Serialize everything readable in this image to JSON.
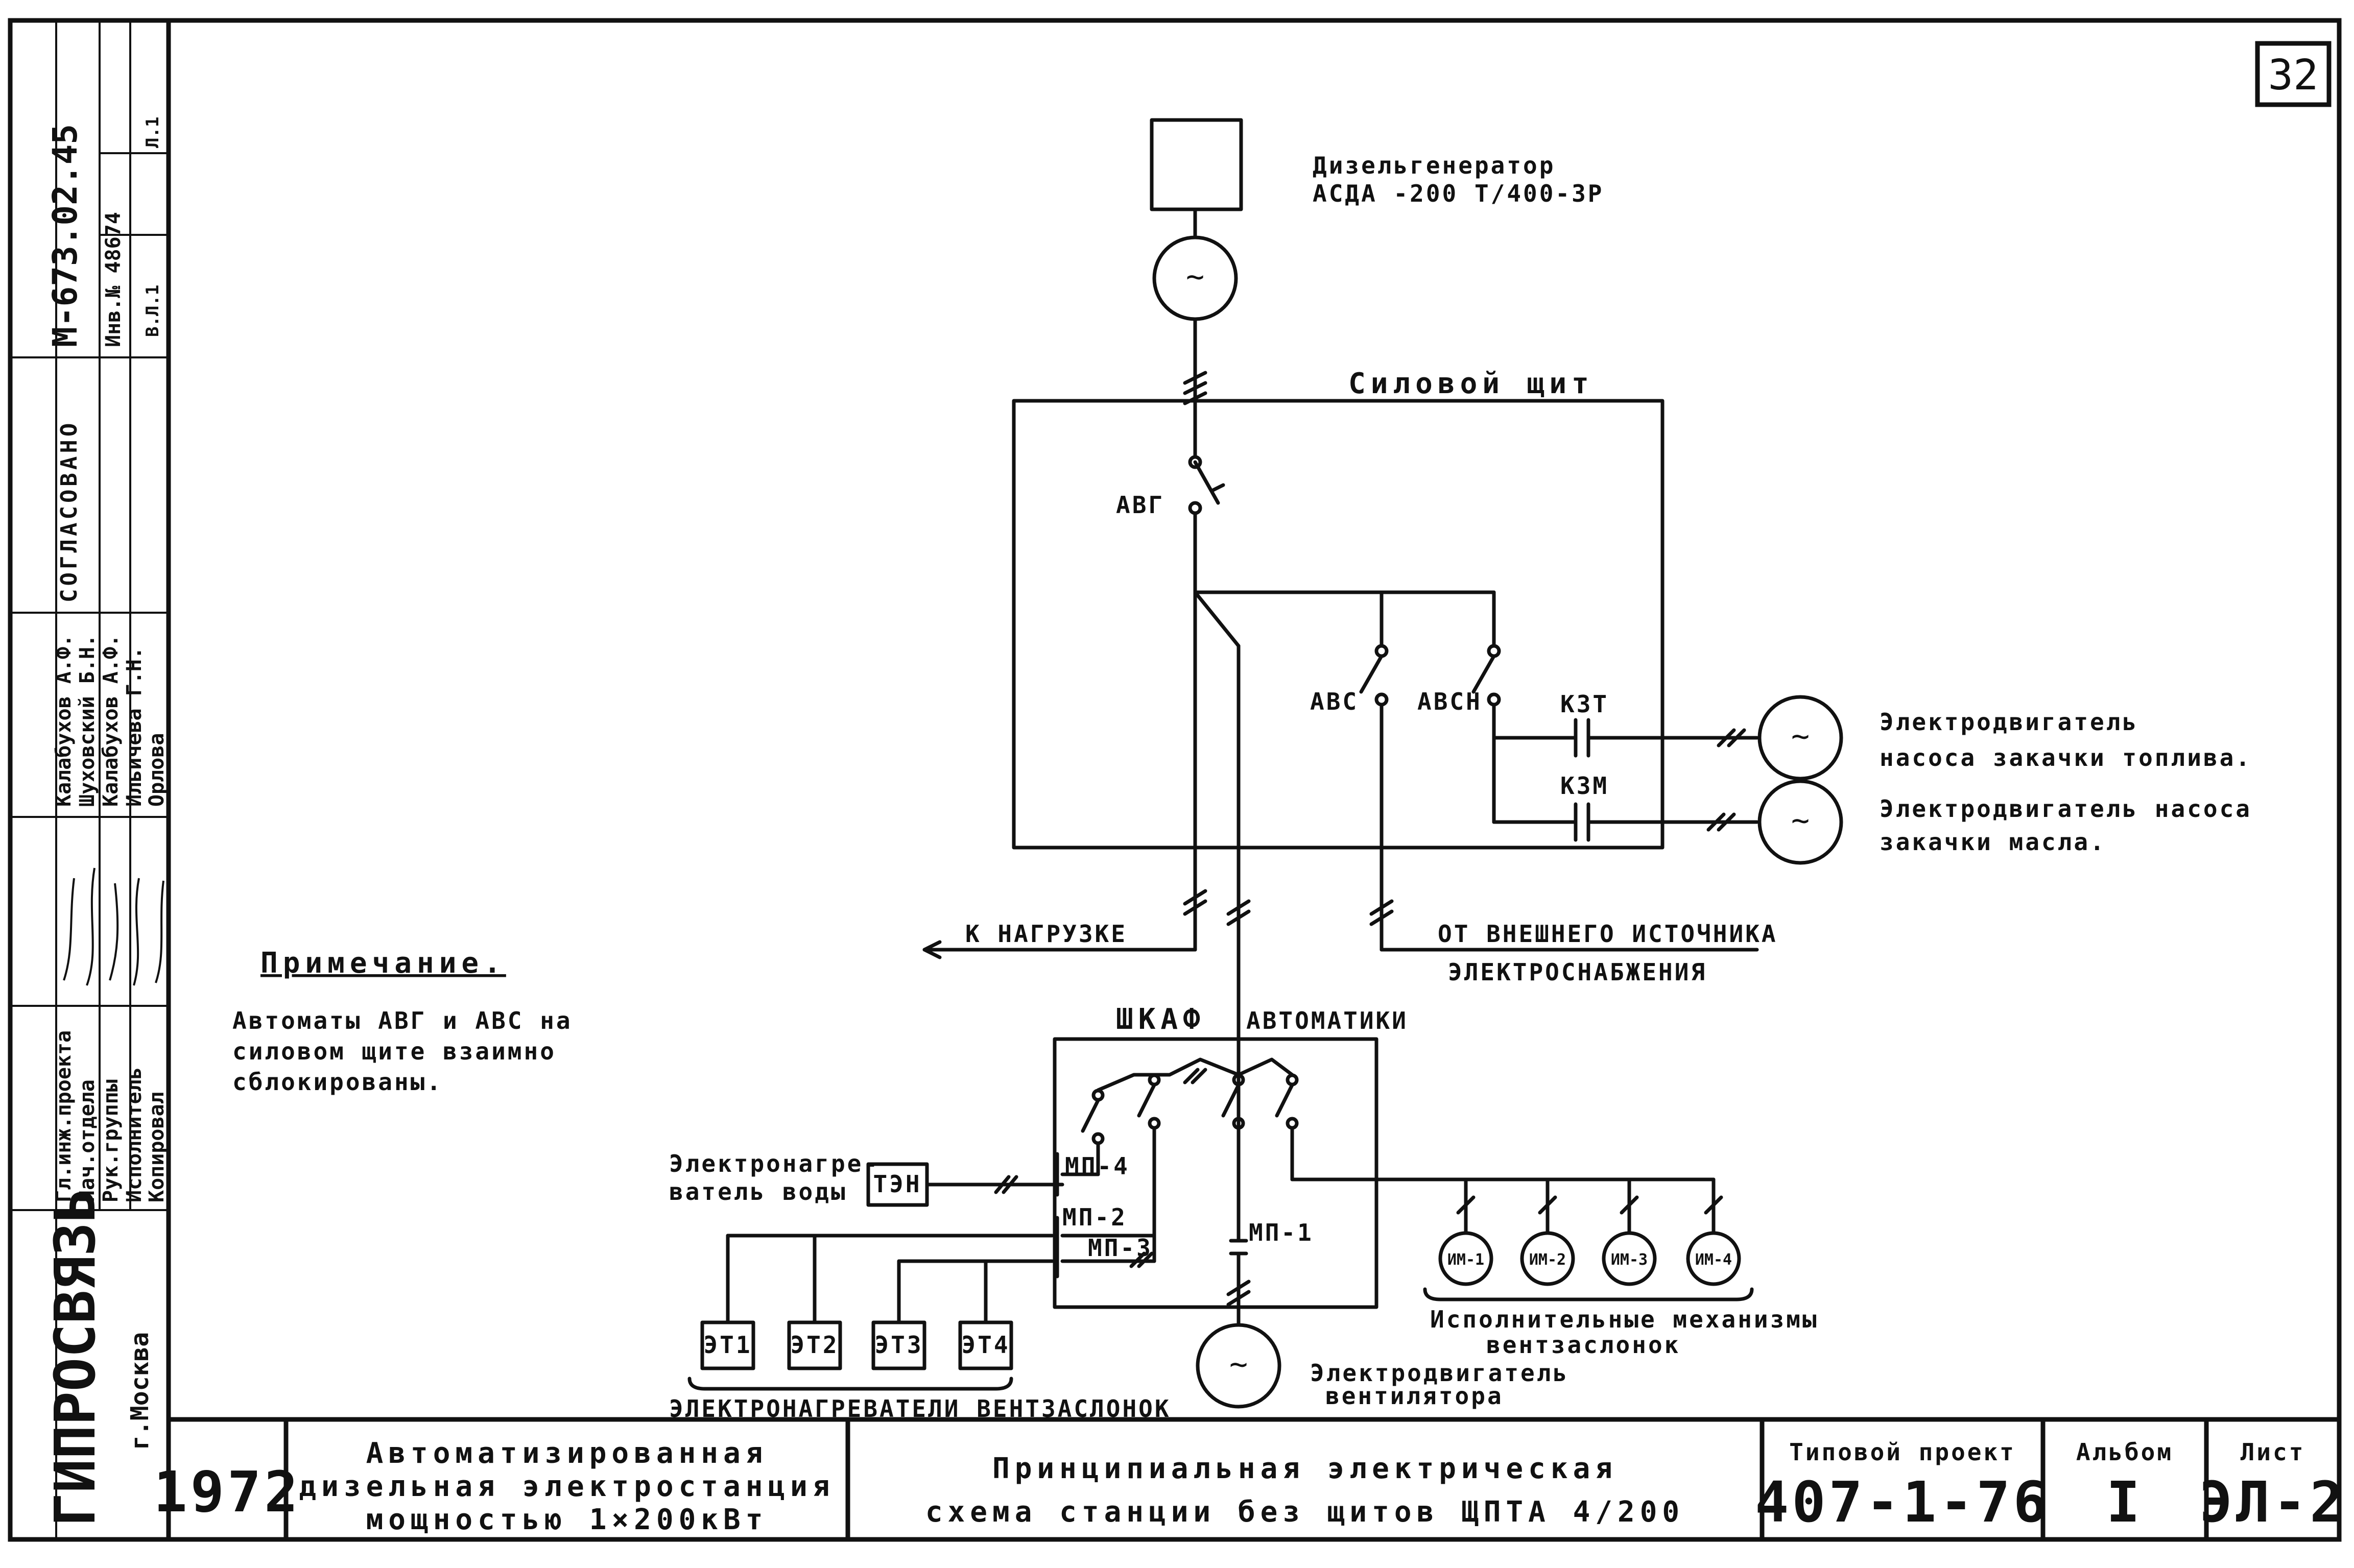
{
  "sheet": {
    "number": "32"
  },
  "generator": {
    "label_line1": "Дизельгенератор",
    "label_line2": "АСДА -200 Т/400-ЗР"
  },
  "power_panel": {
    "title": "Силовой щит",
    "breaker_gen": "АВГ",
    "breaker_ext": "АВС",
    "breaker_pumps": "АВСН",
    "contactor_fuel": "КЗТ",
    "contactor_oil": "КЗМ"
  },
  "motors": {
    "fuel_pump_line1": "Электродвигатель",
    "fuel_pump_line2": "насоса закачки топлива.",
    "oil_pump_line1": "Электродвигатель насоса",
    "oil_pump_line2": "закачки масла."
  },
  "lines": {
    "to_load": "К НАГРУЗКЕ",
    "external_line1": "ОТ ВНЕШНЕГО ИСТОЧНИКА",
    "external_line2": "ЭЛЕКТРОСНАБЖЕНИЯ"
  },
  "note": {
    "title": "Примечание.",
    "line1": "Автоматы АВГ и АВС на",
    "line2": "силовом щите взаимно",
    "line3": "сблокированы."
  },
  "automation_cabinet": {
    "title_left": "ШКАФ",
    "title_right": "АВТОМАТИКИ",
    "mp4": "МП-4",
    "mp2": "МП-2",
    "mp3": "МП-3",
    "mp1": "МП-1",
    "heater_label_line1": "Электронагре-",
    "heater_label_line2": "ватель воды",
    "heater_box": "ТЭН",
    "et1": "ЭТ1",
    "et2": "ЭТ2",
    "et3": "ЭТ3",
    "et4": "ЭТ4",
    "et_caption": "ЭЛЕКТРОНАГРЕВАТЕЛИ ВЕНТЗАСЛОНОК",
    "im1": "ИМ-1",
    "im2": "ИМ-2",
    "im3": "ИМ-3",
    "im4": "ИМ-4",
    "im_caption_line1": "Исполнительные механизмы",
    "im_caption_line2": "вентзаслонок",
    "fan_label_line1": "Электродвигатель",
    "fan_label_line2": "вентилятора"
  },
  "left_stamp": {
    "doc_number": "М-673.02.45",
    "inv_number": "Инв.№ 48674",
    "l1": "Л.1",
    "v1": "В.Л.1",
    "agreed": "СОГЛАСОВАНО",
    "roles": [
      "Гл.инж.проекта",
      "Нач.отдела",
      "Рук.группы",
      "Исполнитель",
      "Копировал"
    ],
    "names": [
      "Калабухов А.Ф.",
      "Шуховский Б.Н.",
      "Калабухов А.Ф.",
      "Ильичева Г.Н.",
      "Орлова"
    ],
    "org": "ГИПРОСВЯЗЬ",
    "city": "г.Москва"
  },
  "title_block": {
    "year": "1972",
    "name_line1": "Автоматизированная",
    "name_line2": "дизельная электростанция",
    "name_line3": "мощностью 1×200кВт",
    "drawing_line1": "Принципиальная электрическая",
    "drawing_line2": "схема станции без щитов ЩПТА 4/200",
    "project_caption": "Типовой проект",
    "project_number": "407-1-76",
    "album_caption": "Альбом",
    "album_number": "I",
    "sheet_caption": "Лист",
    "sheet_code": "ЭЛ-2"
  }
}
